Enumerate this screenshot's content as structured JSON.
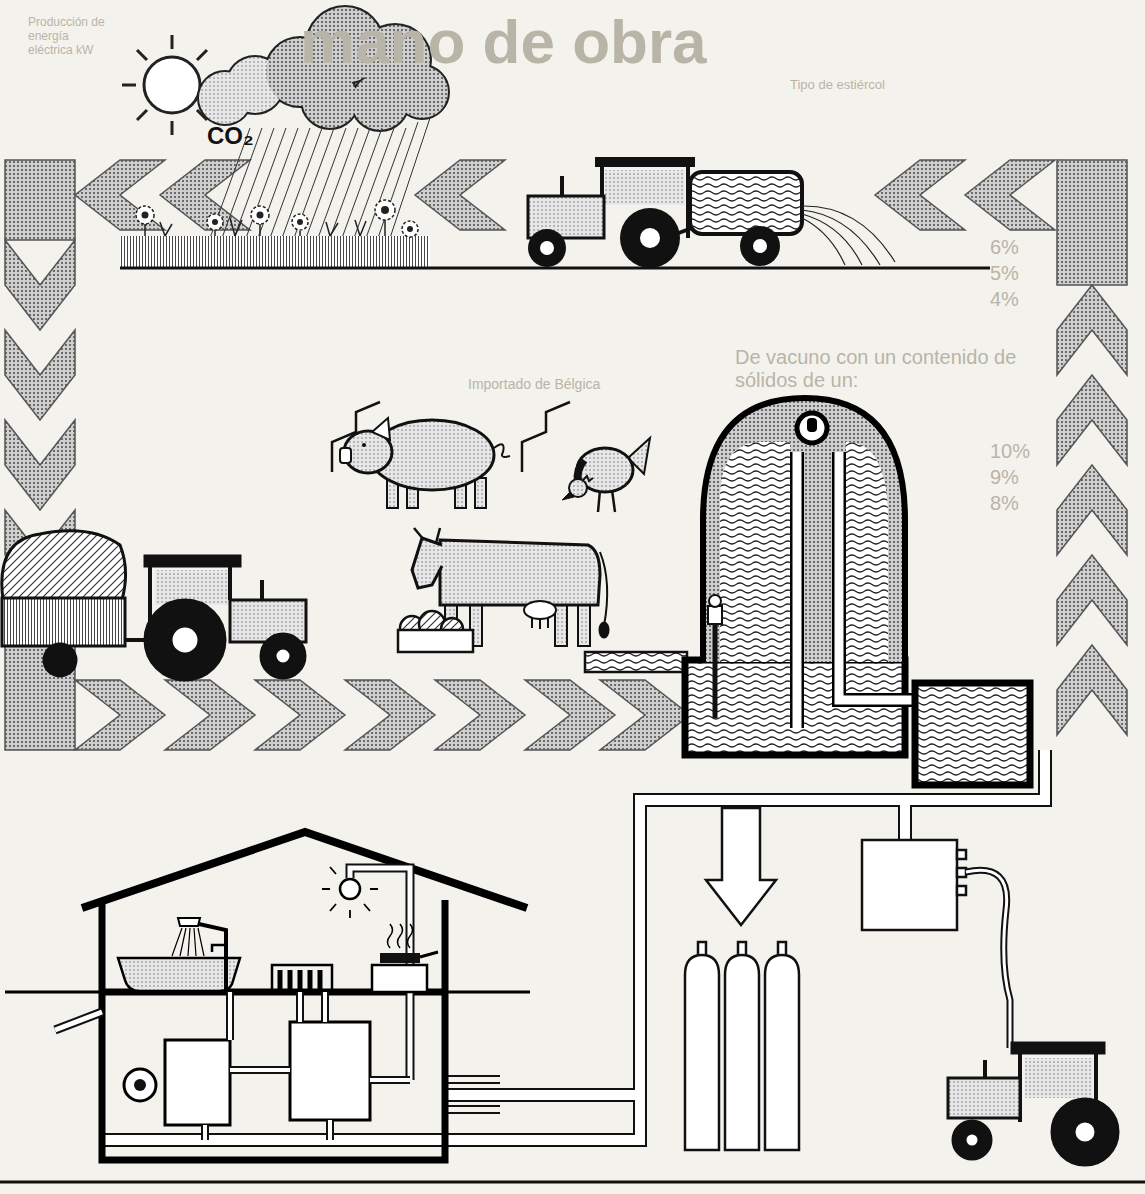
{
  "diagram": {
    "labels": [
      "CO₂",
      "mano de obra",
      "Tipo de estiércol",
      "Producción de energía eléctrica kW",
      "6%",
      "5%",
      "4%",
      "De vacuno con un contenido de sólidos de un:",
      "10%",
      "9%",
      "8%",
      "Importado de Bélgica"
    ]
  }
}
